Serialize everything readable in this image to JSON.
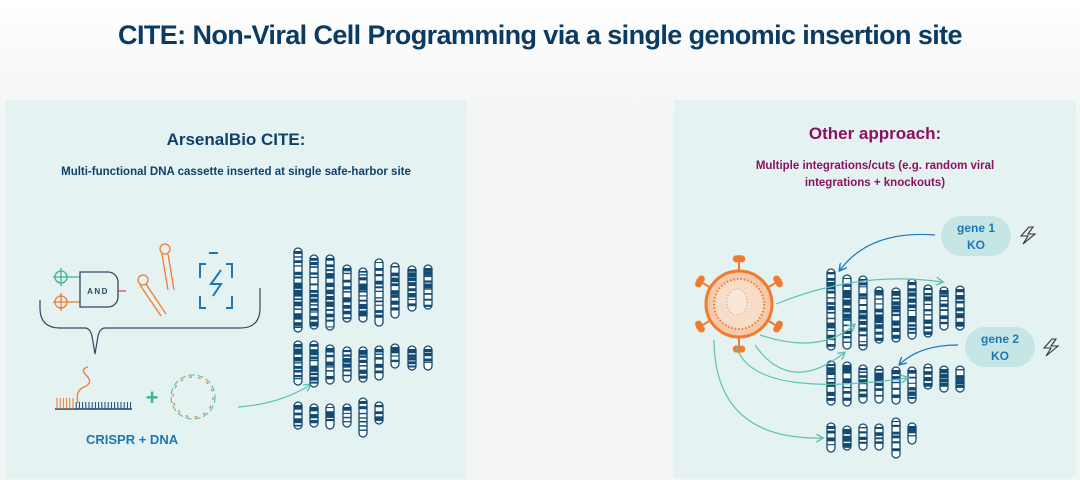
{
  "title": "CITE: Non-Viral Cell Programming via a single genomic insertion site",
  "left": {
    "heading": "ArsenalBio CITE:",
    "subheading": "Multi-functional DNA cassette inserted at single safe-harbor site",
    "and_gate_label": "AND",
    "bottom_label": "CRISPR + DNA",
    "plus": "+"
  },
  "right": {
    "heading": "Other approach:",
    "subheading_line1": "Multiple integrations/cuts (e.g. random viral",
    "subheading_line2": "integrations + knockouts)",
    "bubbles": [
      {
        "line1": "gene 1",
        "line2": "KO"
      },
      {
        "line1": "gene 2",
        "line2": "KO"
      }
    ]
  },
  "colors": {
    "navy": "#0b3b63",
    "teal": "#5fc3ad",
    "orange": "#f07b2f",
    "blue": "#1b78b8",
    "magenta": "#8a1260",
    "chromosome": "#134a72"
  }
}
